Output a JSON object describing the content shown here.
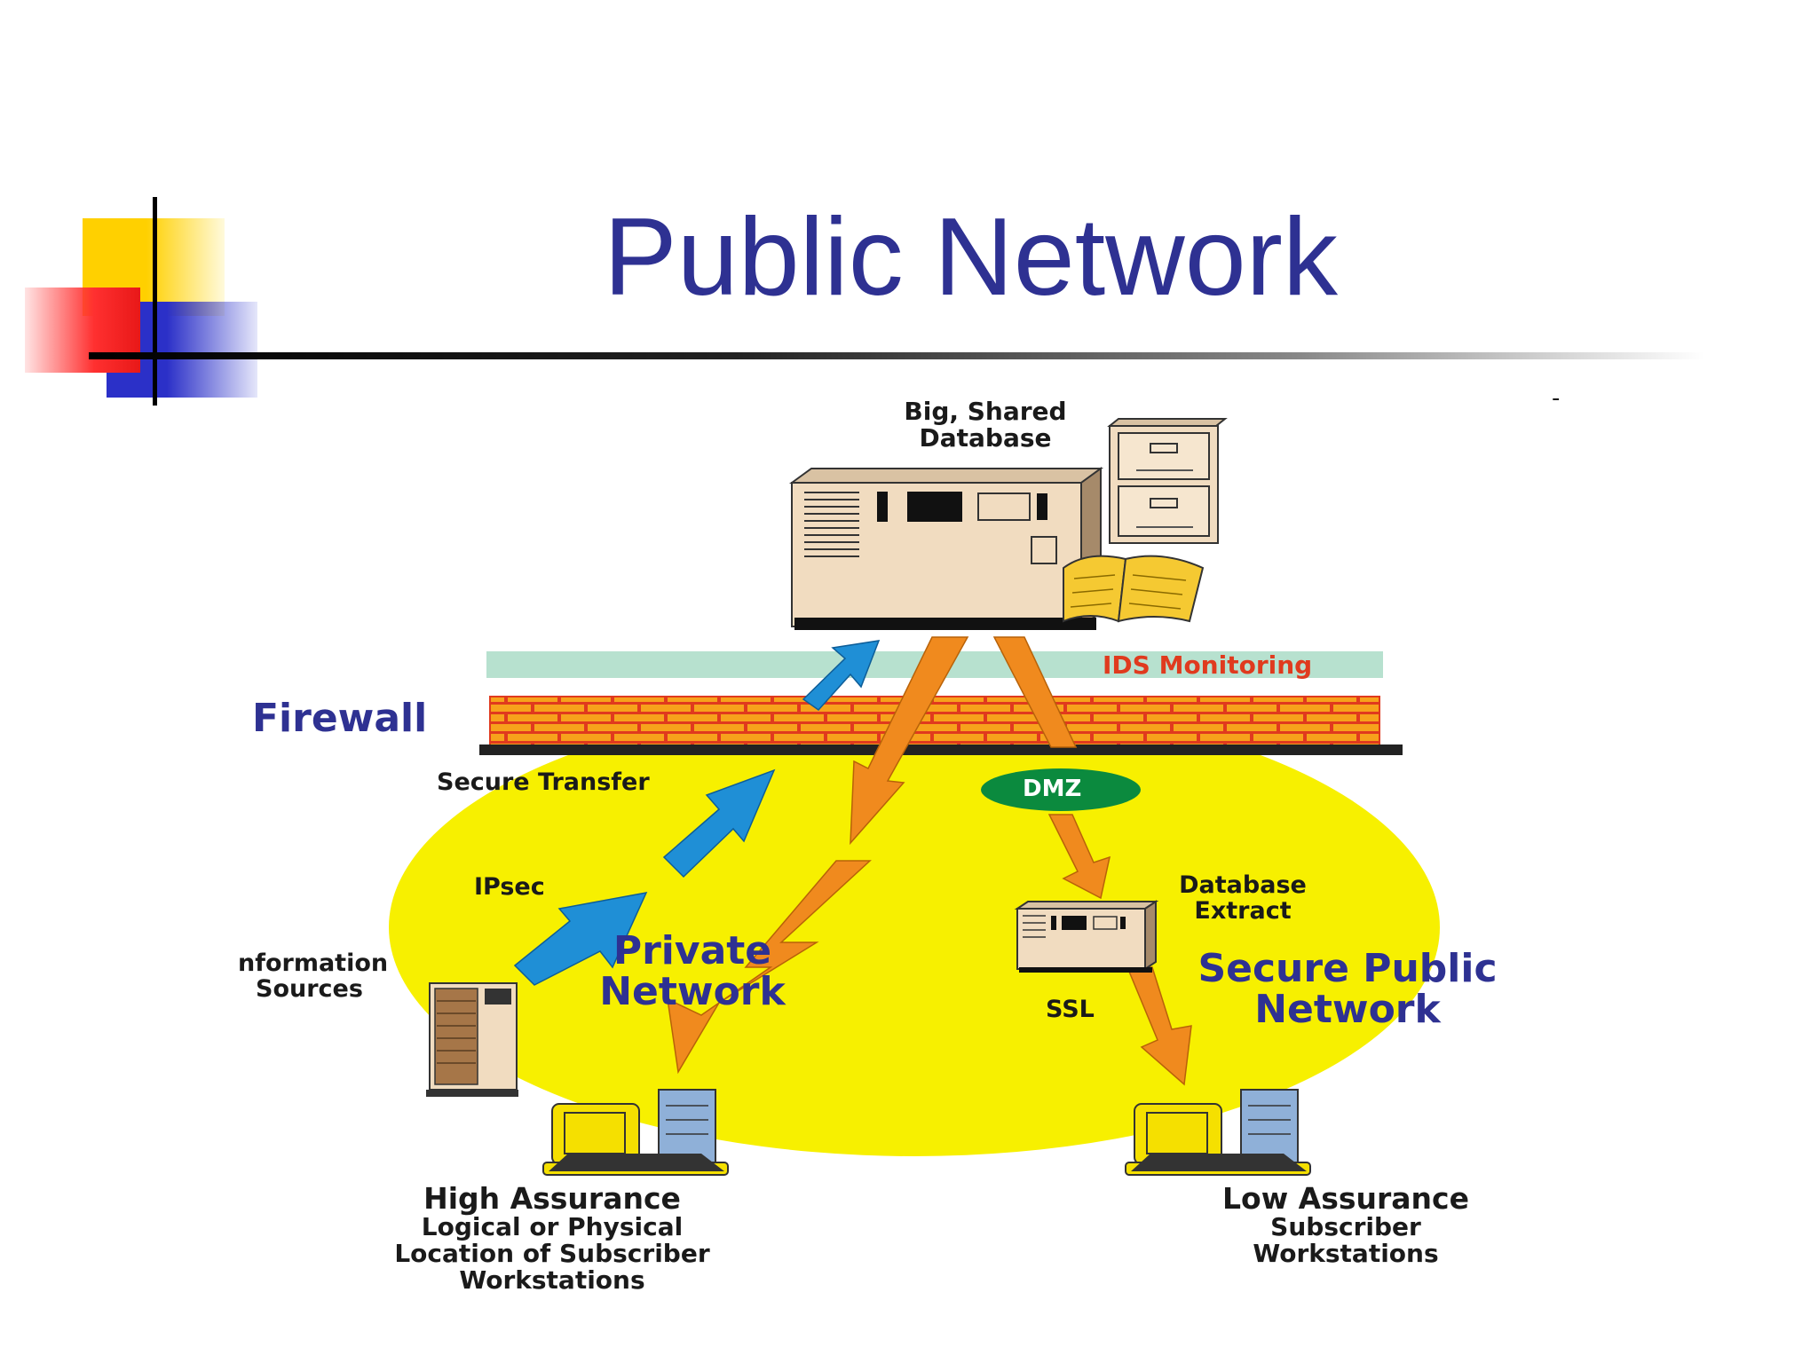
{
  "slide": {
    "title": "Public Network",
    "stray_mark": "-"
  },
  "diagram": {
    "database_label_line1": "Big, Shared",
    "database_label_line2": "Database",
    "ids_label": "IDS Monitoring",
    "firewall_label": "Firewall",
    "secure_transfer_label": "Secure Transfer",
    "dmz_label": "DMZ",
    "ipsec_label": "IPsec",
    "info_sources_line1": "nformation",
    "info_sources_line2": "Sources",
    "private_network_line1": "Private",
    "private_network_line2": "Network",
    "db_extract_line1": "Database",
    "db_extract_line2": "Extract",
    "secure_public_line1": "Secure Public",
    "secure_public_line2": "Network",
    "ssl_label": "SSL",
    "high_assurance_title": "High Assurance",
    "high_assurance_line2": "Logical or Physical",
    "high_assurance_line3": "Location of Subscriber",
    "high_assurance_line4": "Workstations",
    "low_assurance_title": "Low Assurance",
    "low_assurance_line2": "Subscriber",
    "low_assurance_line3": "Workstations"
  },
  "colors": {
    "title": "#2e3192",
    "zone_yellow": "#f7f000",
    "firewall_brick": "#f7a21b",
    "firewall_mortar": "#e03a1e",
    "ids_band": "#b7e1cf",
    "ids_text": "#e03a1e",
    "dmz_green": "#0b8a3e",
    "arrow_blue": "#1f8fd6",
    "arrow_orange": "#f08a1e",
    "server_tan": "#f1dcc0"
  }
}
